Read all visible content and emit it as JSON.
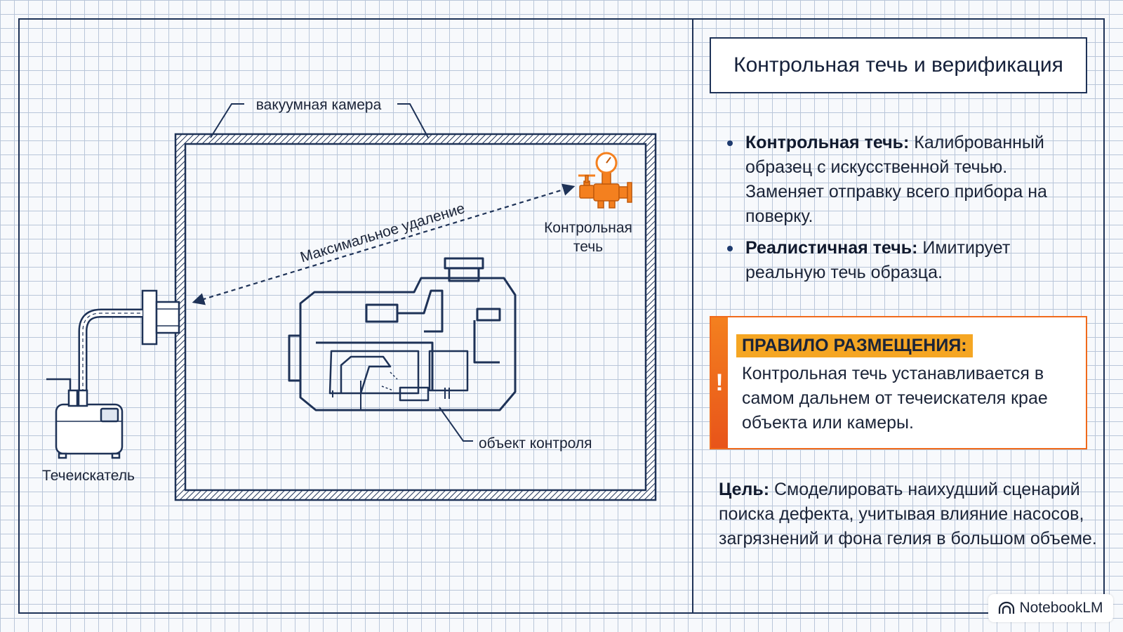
{
  "diagram": {
    "chamber_label": "вакуумная камера",
    "distance_label": "Максимальное удаление",
    "leak_label_line1": "Контрольная",
    "leak_label_line2": "течь",
    "object_label": "объект контроля",
    "detector_label": "Течеискатель"
  },
  "panel": {
    "title": "Контрольная течь и верификация",
    "bullets": [
      {
        "term": "Контрольная течь:",
        "text": " Калиброванный образец с искусственной течью. Заменяет отправку всего прибора на поверку."
      },
      {
        "term": "Реалистичная течь:",
        "text": " Имитирует реальную течь образца."
      }
    ],
    "rule": {
      "mark": "!",
      "heading": "ПРАВИЛО РАЗМЕЩЕНИЯ:",
      "text": "Контрольная течь устанавливается в самом дальнем от течеискателя крае объекта или камеры."
    },
    "goal": {
      "term": "Цель:",
      "text": " Смоделировать наихудший сценарий поиска дефекта, учитывая влияние насосов, загрязнений и фона гелия в большом объеме."
    }
  },
  "colors": {
    "line": "#1e3257",
    "accent": "#f4801f",
    "rule_border": "#f06a1b",
    "rule_highlight": "#f5a623"
  },
  "badge": {
    "icon": "notebooklm-logo-icon",
    "text": "NotebookLM"
  }
}
